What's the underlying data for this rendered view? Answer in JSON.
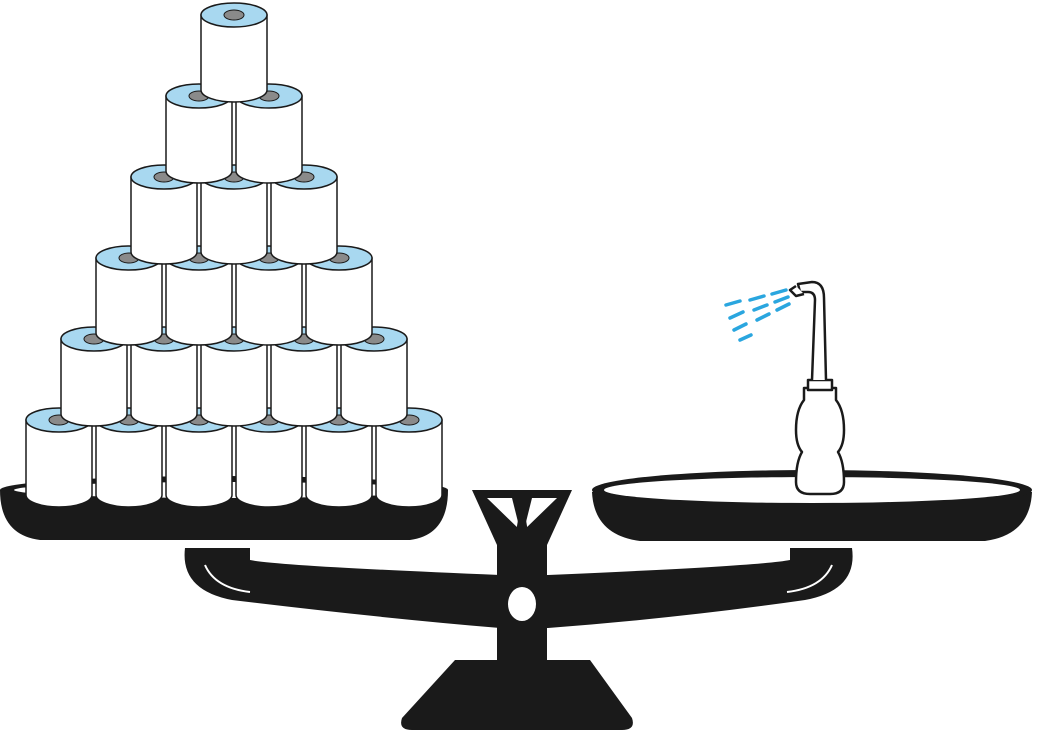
{
  "illustration": {
    "left_pan": {
      "item": "toilet-paper-roll",
      "count": 21,
      "rows": [
        6,
        5,
        4,
        3,
        2,
        1
      ]
    },
    "right_pan": {
      "item": "bidet-sprayer-bottle",
      "count": 1
    },
    "colors": {
      "scale": "#1a1a1a",
      "roll_body": "#ffffff",
      "roll_top": "#a8d8f0",
      "roll_core": "#8a8a8a",
      "spray": "#2aa6df",
      "outline": "#1a1a1a"
    }
  }
}
